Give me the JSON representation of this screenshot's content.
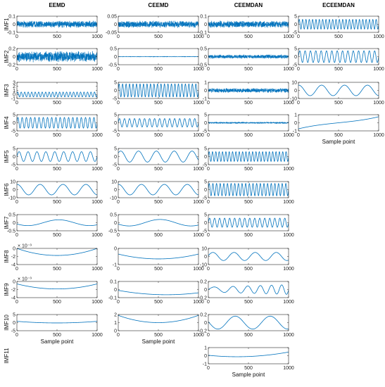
{
  "chart_data": {
    "type": "line",
    "x_range": [
      0,
      1000
    ],
    "x_ticks": [
      0,
      500,
      1000
    ],
    "xlabel": "Sample point",
    "line_color": "#0072BD",
    "grid": false,
    "columns": [
      {
        "title": "EEMD",
        "panels": [
          {
            "imf": "IMF1",
            "ylim": [
              -0.1,
              0.1
            ],
            "yticks": [
              -0.1,
              0,
              0.1
            ],
            "ytick_labels": [
              "-0.1",
              "0",
              "0.1"
            ],
            "exponent": "",
            "signal": {
              "kind": "noise",
              "amplitude": 0.045
            }
          },
          {
            "imf": "IMF2",
            "ylim": [
              -0.2,
              0.2
            ],
            "yticks": [
              -0.2,
              0,
              0.2
            ],
            "ytick_labels": [
              "-0.2",
              "0",
              "0.2"
            ],
            "exponent": "",
            "signal": {
              "kind": "noise",
              "amplitude": 0.14
            }
          },
          {
            "imf": "IMF3",
            "ylim": [
              -1,
              3
            ],
            "yticks": [
              -1,
              0,
              1,
              2,
              3
            ],
            "ytick_labels": [
              "-1",
              "0",
              "1",
              "2",
              "3"
            ],
            "exponent": "",
            "signal": {
              "kind": "sine",
              "amplitude": 0.6,
              "cycles": 23
            }
          },
          {
            "imf": "IMF4",
            "ylim": [
              -5,
              5
            ],
            "yticks": [
              -5,
              0,
              5
            ],
            "ytick_labels": [
              "-5",
              "0",
              "5"
            ],
            "exponent": "",
            "signal": {
              "kind": "sine",
              "amplitude": 3.3,
              "cycles": 19
            }
          },
          {
            "imf": "IMF5",
            "ylim": [
              -5,
              5
            ],
            "yticks": [
              -5,
              0,
              5
            ],
            "ytick_labels": [
              "-5",
              "0",
              "5"
            ],
            "exponent": "",
            "signal": {
              "kind": "sine",
              "amplitude": 3,
              "cycles": 9
            }
          },
          {
            "imf": "IMF6",
            "ylim": [
              -10,
              10
            ],
            "yticks": [
              -10,
              0,
              10
            ],
            "ytick_labels": [
              "-10",
              "0",
              "10"
            ],
            "exponent": "",
            "signal": {
              "kind": "sine",
              "amplitude": 6.5,
              "cycles": 3.5,
              "phase": 1.5
            }
          },
          {
            "imf": "IMF7",
            "ylim": [
              -0.5,
              0.5
            ],
            "yticks": [
              -0.5,
              0,
              0.5
            ],
            "ytick_labels": [
              "-0.5",
              "0",
              "0.5"
            ],
            "exponent": "",
            "signal": {
              "kind": "sine",
              "amplitude": 0.18,
              "cycles": 1.3,
              "phase": 3.6
            }
          },
          {
            "imf": "IMF8",
            "ylim": [
              -4,
              0
            ],
            "yticks": [
              -4,
              -2,
              0
            ],
            "ytick_labels": [
              "-4",
              "-2",
              "0"
            ],
            "exponent": "× 10⁻³",
            "signal": {
              "kind": "poly",
              "a": 7,
              "b": -7,
              "c": 0
            }
          },
          {
            "imf": "IMF9",
            "ylim": [
              -4,
              0
            ],
            "yticks": [
              -4,
              -2,
              0
            ],
            "ytick_labels": [
              "-4",
              "-2",
              "0"
            ],
            "exponent": "× 10⁻³",
            "signal": {
              "kind": "poly",
              "a": 5,
              "b": -5,
              "c": -0.6
            }
          },
          {
            "imf": "IMF10",
            "ylim": [
              -5,
              5
            ],
            "yticks": [
              -5,
              0,
              5
            ],
            "ytick_labels": [
              "-5",
              "0",
              "5"
            ],
            "exponent": "",
            "signal": {
              "kind": "poly",
              "a": 4,
              "b": -4,
              "c": 0.8
            }
          }
        ]
      },
      {
        "title": "CEEMD",
        "panels": [
          {
            "imf": "IMF1",
            "ylim": [
              -0.05,
              0.05
            ],
            "yticks": [
              -0.05,
              0,
              0.05
            ],
            "ytick_labels": [
              "-0.05",
              "0",
              "0.05"
            ],
            "exponent": "",
            "signal": {
              "kind": "noise",
              "amplitude": 0.022
            }
          },
          {
            "imf": "IMF2",
            "ylim": [
              -0.5,
              0.5
            ],
            "yticks": [
              -0.5,
              0,
              0.5
            ],
            "ytick_labels": [
              "-0.5",
              "0",
              "0.5"
            ],
            "exponent": "",
            "signal": {
              "kind": "noise",
              "amplitude": 0.03
            }
          },
          {
            "imf": "IMF3",
            "ylim": [
              -5,
              5
            ],
            "yticks": [
              -5,
              0,
              5
            ],
            "ytick_labels": [
              "-5",
              "0",
              "5"
            ],
            "exponent": "",
            "signal": {
              "kind": "sine",
              "amplitude": 4,
              "cycles": 23
            }
          },
          {
            "imf": "IMF4",
            "ylim": [
              -5,
              5
            ],
            "yticks": [
              -5,
              0,
              5
            ],
            "ytick_labels": [
              "-5",
              "0",
              "5"
            ],
            "exponent": "",
            "signal": {
              "kind": "sine",
              "amplitude": 2.6,
              "cycles": 16
            }
          },
          {
            "imf": "IMF5",
            "ylim": [
              -5,
              5
            ],
            "yticks": [
              -5,
              0,
              5
            ],
            "ytick_labels": [
              "-5",
              "0",
              "5"
            ],
            "exponent": "",
            "signal": {
              "kind": "sine",
              "amplitude": 3.4,
              "cycles": 4.5,
              "phase": 0.7
            }
          },
          {
            "imf": "IMF6",
            "ylim": [
              -10,
              10
            ],
            "yticks": [
              -10,
              0,
              10
            ],
            "ytick_labels": [
              "-10",
              "0",
              "10"
            ],
            "exponent": "",
            "signal": {
              "kind": "sine",
              "amplitude": 6.5,
              "cycles": 3.5,
              "phase": 1.5
            }
          },
          {
            "imf": "IMF7",
            "ylim": [
              -0.5,
              0.5
            ],
            "yticks": [
              -0.5,
              0,
              0.5
            ],
            "ytick_labels": [
              "-0.5",
              "0",
              "0.5"
            ],
            "exponent": "",
            "signal": {
              "kind": "sine",
              "amplitude": 0.2,
              "cycles": 1.3,
              "phase": 3.6
            }
          },
          {
            "imf": "IMF8",
            "ylim": [
              -1,
              0
            ],
            "yticks": [
              -1,
              0
            ],
            "ytick_labels": [
              "-1",
              "0"
            ],
            "exponent": "",
            "signal": {
              "kind": "poly",
              "a": 1.2,
              "b": -1.2,
              "c": -0.35
            }
          },
          {
            "imf": "IMF9",
            "ylim": [
              -0.1,
              0.1
            ],
            "yticks": [
              -0.1,
              0,
              0.1
            ],
            "ytick_labels": [
              "-0.1",
              "0",
              "0.1"
            ],
            "exponent": "",
            "signal": {
              "kind": "poly",
              "a": 0.15,
              "b": -0.18,
              "c": -0.01
            }
          },
          {
            "imf": "IMF10",
            "ylim": [
              0,
              2
            ],
            "yticks": [
              0,
              1,
              2
            ],
            "ytick_labels": [
              "0",
              "1",
              "2"
            ],
            "exponent": "",
            "signal": {
              "kind": "poly",
              "a": 3.6,
              "b": -3.6,
              "c": 1.9
            }
          }
        ]
      },
      {
        "title": "CEEMDAN",
        "panels": [
          {
            "imf": "IMF1",
            "ylim": [
              -0.1,
              0.1
            ],
            "yticks": [
              -0.1,
              0,
              0.1
            ],
            "ytick_labels": [
              "-0.1",
              "0",
              "0.1"
            ],
            "exponent": "",
            "signal": {
              "kind": "noise",
              "amplitude": 0.045
            }
          },
          {
            "imf": "IMF2",
            "ylim": [
              -0.5,
              0.5
            ],
            "yticks": [
              -0.5,
              0,
              0.5
            ],
            "ytick_labels": [
              "-0.5",
              "0",
              "0.5"
            ],
            "exponent": "",
            "signal": {
              "kind": "noise",
              "amplitude": 0.13
            }
          },
          {
            "imf": "IMF3",
            "ylim": [
              -1,
              1
            ],
            "yticks": [
              -1,
              0,
              1
            ],
            "ytick_labels": [
              "-1",
              "0",
              "1"
            ],
            "exponent": "",
            "signal": {
              "kind": "noise",
              "amplitude": 0.3
            }
          },
          {
            "imf": "IMF4",
            "ylim": [
              -5,
              5
            ],
            "yticks": [
              -5,
              0,
              5
            ],
            "ytick_labels": [
              "-5",
              "0",
              "5"
            ],
            "exponent": "",
            "signal": {
              "kind": "noise",
              "amplitude": 0.6
            }
          },
          {
            "imf": "IMF5",
            "ylim": [
              -5,
              5
            ],
            "yticks": [
              -5,
              0,
              5
            ],
            "ytick_labels": [
              "-5",
              "0",
              "5"
            ],
            "exponent": "",
            "signal": {
              "kind": "sine",
              "amplitude": 3,
              "cycles": 24
            }
          },
          {
            "imf": "IMF6",
            "ylim": [
              -5,
              5
            ],
            "yticks": [
              -5,
              0,
              5
            ],
            "ytick_labels": [
              "-5",
              "0",
              "5"
            ],
            "exponent": "",
            "signal": {
              "kind": "sine",
              "amplitude": 3.8,
              "cycles": 22
            }
          },
          {
            "imf": "IMF7",
            "ylim": [
              -5,
              5
            ],
            "yticks": [
              -5,
              0,
              5
            ],
            "ytick_labels": [
              "-5",
              "0",
              "5"
            ],
            "exponent": "",
            "signal": {
              "kind": "sine",
              "amplitude": 2.8,
              "cycles": 16
            }
          },
          {
            "imf": "IMF8",
            "ylim": [
              -10,
              10
            ],
            "yticks": [
              -10,
              0,
              10
            ],
            "ytick_labels": [
              "-10",
              "0",
              "10"
            ],
            "exponent": "",
            "signal": {
              "kind": "sine",
              "amplitude": 5,
              "cycles": 3.8,
              "phase": 0.2
            }
          },
          {
            "imf": "IMF9",
            "ylim": [
              -0.2,
              0.2
            ],
            "yticks": [
              -0.2,
              0,
              0.2
            ],
            "ytick_labels": [
              "-0.2",
              "0",
              "0.2"
            ],
            "exponent": "",
            "signal": {
              "kind": "chirp",
              "amplitude": 0.12,
              "cycles": 4.6
            }
          },
          {
            "imf": "IMF10",
            "ylim": [
              -0.2,
              0.2
            ],
            "yticks": [
              -0.2,
              0,
              0.2
            ],
            "ytick_labels": [
              "-0.2",
              "0",
              "0.2"
            ],
            "exponent": "",
            "signal": {
              "kind": "sine",
              "amplitude": 0.16,
              "cycles": 2.3,
              "phase": 3.0
            }
          },
          {
            "imf": "IMF11",
            "ylim": [
              -1,
              1
            ],
            "yticks": [
              -1,
              0,
              1
            ],
            "ytick_labels": [
              "-1",
              "0",
              "1"
            ],
            "exponent": "",
            "signal": {
              "kind": "poly",
              "a": 1.4,
              "b": -1.0,
              "c": 0.05
            }
          }
        ]
      },
      {
        "title": "ECEEMDAN",
        "panels": [
          {
            "imf": "IMF1",
            "ylim": [
              -5,
              5
            ],
            "yticks": [
              -5,
              0,
              5
            ],
            "ytick_labels": [
              "-5",
              "0",
              "5"
            ],
            "exponent": "",
            "signal": {
              "kind": "sine",
              "amplitude": 3,
              "cycles": 24
            }
          },
          {
            "imf": "IMF2",
            "ylim": [
              -5,
              5
            ],
            "yticks": [
              -5,
              0,
              5
            ],
            "ytick_labels": [
              "-5",
              "0",
              "5"
            ],
            "exponent": "",
            "signal": {
              "kind": "sine",
              "amplitude": 3.6,
              "cycles": 15
            }
          },
          {
            "imf": "IMF3",
            "ylim": [
              -10,
              10
            ],
            "yticks": [
              -10,
              0,
              10
            ],
            "ytick_labels": [
              "-10",
              "0",
              "10"
            ],
            "exponent": "",
            "signal": {
              "kind": "sine",
              "amplitude": 6.5,
              "cycles": 3.5,
              "phase": 1.5
            }
          },
          {
            "imf": "IMF4",
            "ylim": [
              -1,
              1
            ],
            "yticks": [
              -1,
              0,
              1
            ],
            "ytick_labels": [
              "-1",
              "0",
              "1"
            ],
            "exponent": "",
            "signal": {
              "kind": "cubic",
              "amplitude": 0.6
            }
          }
        ]
      }
    ]
  }
}
